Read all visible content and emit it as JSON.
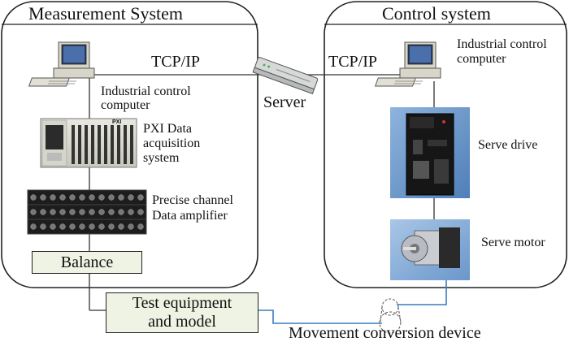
{
  "measurement": {
    "title": "Measurement System",
    "computer_label_1": "Industrial control",
    "computer_label_2": "computer",
    "pxi_label_1": "PXI Data",
    "pxi_label_2": "acquisition",
    "pxi_label_3": "system",
    "pxi_brand": "PXI",
    "amp_label_1": "Precise channel",
    "amp_label_2": "Data amplifier",
    "balance_label": "Balance"
  },
  "control": {
    "title": "Control system",
    "computer_label_1": "Industrial control",
    "computer_label_2": "computer",
    "drive_label": "Serve drive",
    "motor_label": "Serve motor"
  },
  "network": {
    "left_protocol": "TCP/IP",
    "right_protocol": "TCP/IP",
    "server_label": "Server"
  },
  "bottom": {
    "test_label_1": "Test equipment",
    "test_label_2": "and model",
    "movement_label": "Movement conversion device"
  },
  "colors": {
    "box_fill": "#eef3e4",
    "link_blue": "#3a7bbf",
    "drive_blue": "#5a8fc8"
  }
}
